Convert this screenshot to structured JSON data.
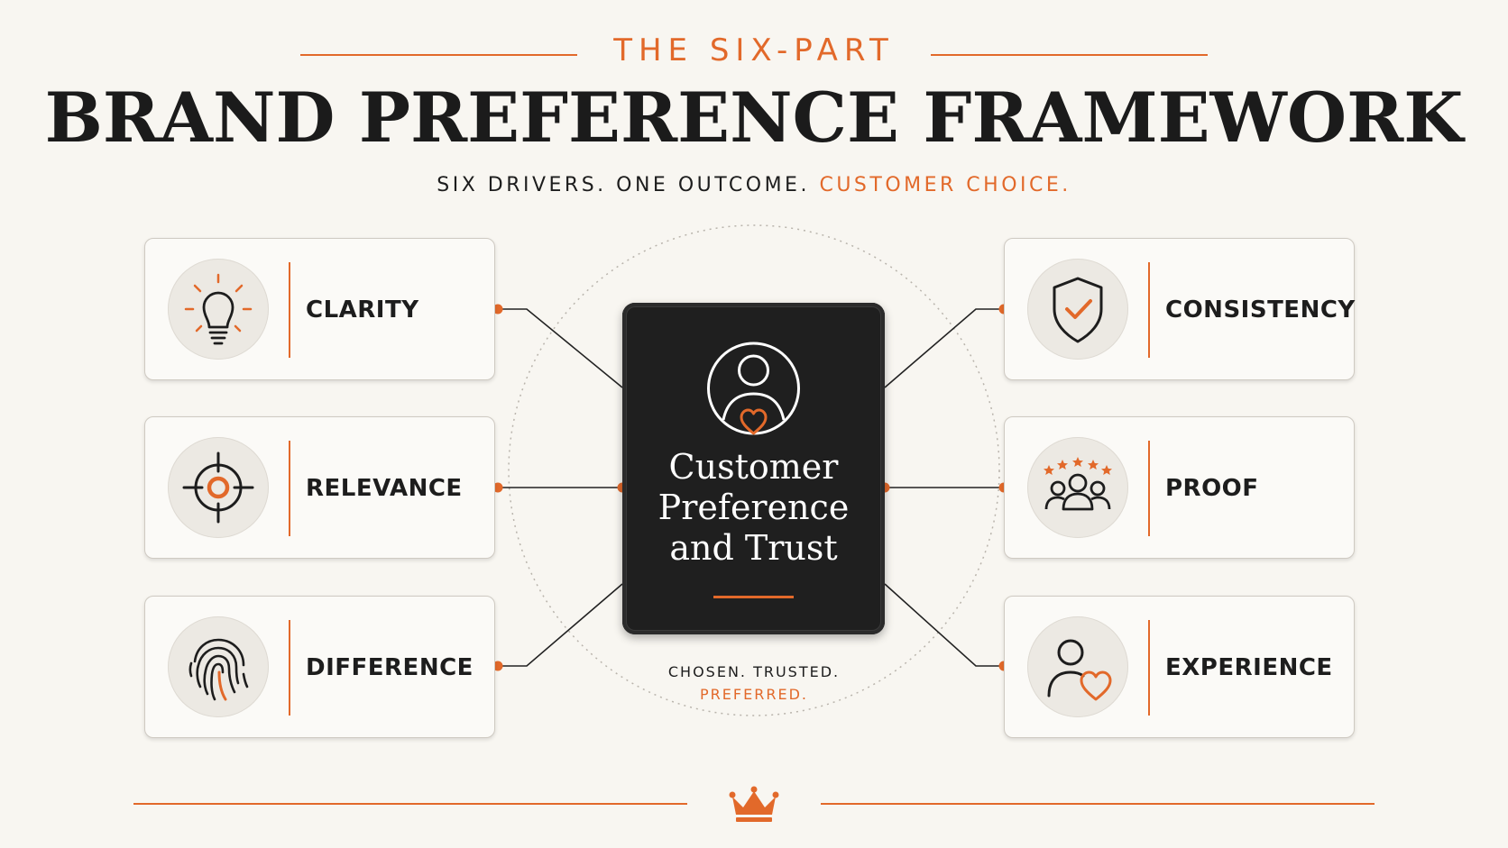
{
  "header": {
    "kicker": "THE SIX-PART",
    "title": "BRAND PREFERENCE FRAMEWORK",
    "tagline_part1": "SIX DRIVERS. ONE OUTCOME.",
    "tagline_part2": "CUSTOMER CHOICE."
  },
  "center": {
    "title": "Customer Preference and Trust",
    "icon": "person-heart-icon",
    "caption_line1": "CHOSEN. TRUSTED.",
    "caption_line2": "PREFERRED."
  },
  "drivers": [
    {
      "label": "CLARITY",
      "icon": "lightbulb-icon",
      "side": "left"
    },
    {
      "label": "RELEVANCE",
      "icon": "target-icon",
      "side": "left"
    },
    {
      "label": "DIFFERENCE",
      "icon": "fingerprint-icon",
      "side": "left"
    },
    {
      "label": "CONSISTENCY",
      "icon": "shield-check-icon",
      "side": "right"
    },
    {
      "label": "PROOF",
      "icon": "group-stars-icon",
      "side": "right"
    },
    {
      "label": "EXPERIENCE",
      "icon": "user-heart-icon",
      "side": "right"
    }
  ],
  "footer": {
    "icon": "crown-icon"
  },
  "colors": {
    "accent": "#e2692a",
    "dark": "#1f1f1f",
    "background": "#f8f6f1"
  }
}
